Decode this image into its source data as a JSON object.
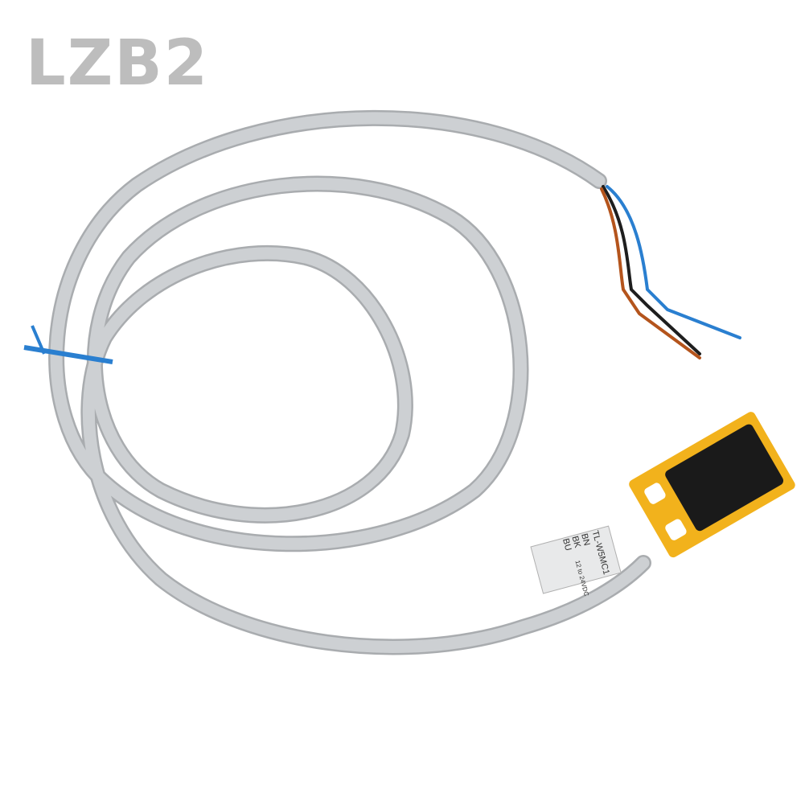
{
  "watermark": "LZB2",
  "product": {
    "model_label": "TL-W5MC1",
    "wire_labels": [
      "BN",
      "BK",
      "BU"
    ],
    "voltage_label": "12 to 24VDC",
    "colors": {
      "cable": "#c4c7ca",
      "sensor_housing": "#f2b21c",
      "sensor_face": "#1a1a1a",
      "wire_brown": "#b4541c",
      "wire_black": "#1e1e1e",
      "wire_blue": "#2a7fd0"
    }
  }
}
